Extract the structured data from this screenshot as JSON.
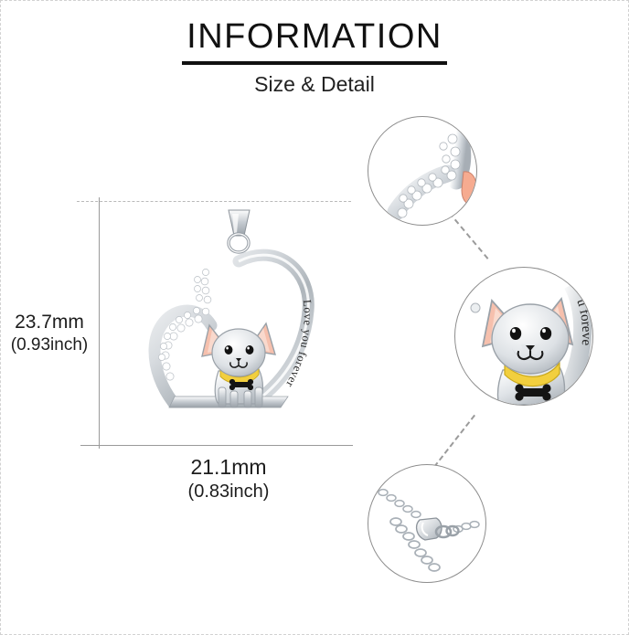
{
  "header": {
    "title": "INFORMATION",
    "subtitle": "Size & Detail"
  },
  "dimensions": {
    "height": {
      "mm": "23.7mm",
      "inch": "(0.93inch)"
    },
    "width": {
      "mm": "21.1mm",
      "inch": "(0.83inch)"
    }
  },
  "product": {
    "type": "heart pendant necklace",
    "engraving": "Love you forever",
    "motif": "chihuahua dog",
    "collar_color": "#f2cf3e",
    "ear_color": "#f6c0ad",
    "metal_color": "#c9ced3",
    "tag": "bone-tag"
  },
  "details": [
    {
      "name": "cubic-zirconia-pave",
      "caption": ""
    },
    {
      "name": "dog-face-and-engraving",
      "caption": ""
    },
    {
      "name": "lobster-clasp-and-extender",
      "caption": ""
    }
  ]
}
